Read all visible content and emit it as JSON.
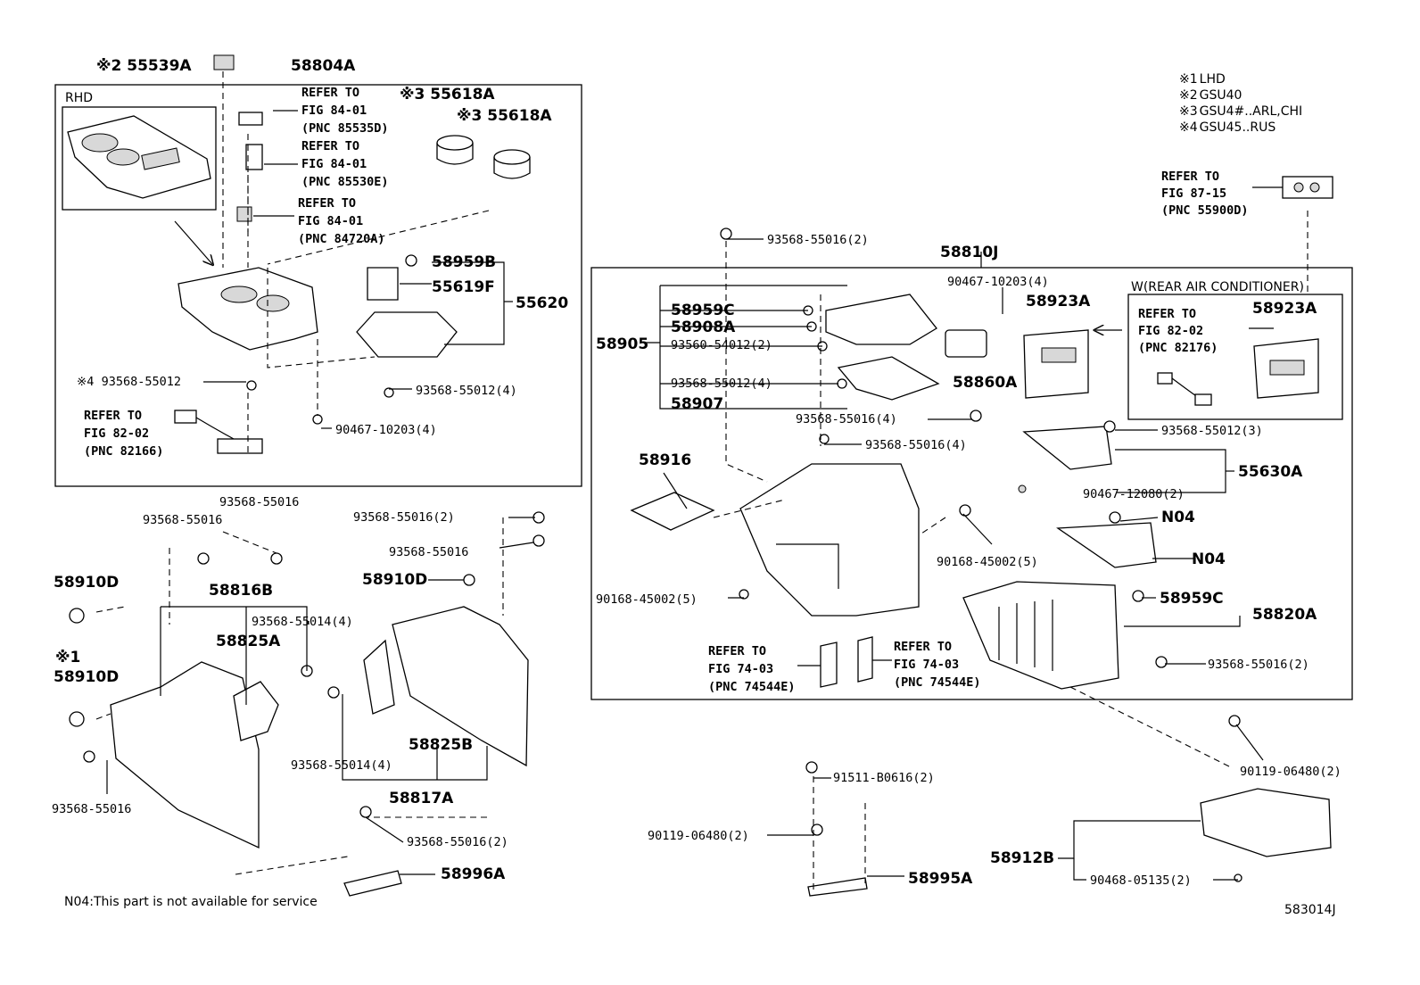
{
  "diagram": {
    "footer_code": "583014J",
    "note": "N04:This part is not available for service",
    "legend": [
      {
        "mark": "※1",
        "text": "LHD"
      },
      {
        "mark": "※2",
        "text": "GSU40"
      },
      {
        "mark": "※3",
        "text": "GSU4#..ARL,CHI"
      },
      {
        "mark": "※4",
        "text": "GSU45..RUS"
      }
    ],
    "box_labels": {
      "rhd": "RHD",
      "rear_air": "W(REAR AIR CONDITIONER)"
    },
    "parts": {
      "p55539A": "※2 55539A",
      "p58804A": "58804A",
      "p55618A_1": "※3 55618A",
      "p55618A_2": "※3 55618A",
      "p58959B": "58959B",
      "p55619F": "55619F",
      "p55620": "55620",
      "p93568_55012_s4": "※4 93568-55012",
      "p93568_55012_4a": "93568-55012(4)",
      "p90467_10203_4a": "90467-10203(4)",
      "p58810J": "58810J",
      "p93568_55016_2a": "93568-55016(2)",
      "p90467_10203_4b": "90467-10203(4)",
      "p58923A_1": "58923A",
      "p58923A_2": "58923A",
      "p58959C_1": "58959C",
      "p58908A": "58908A",
      "p58905": "58905",
      "p93560_54012": "93560-54012(2)",
      "p93568_55012_4b": "93568-55012(4)",
      "p58907": "58907",
      "p58860A": "58860A",
      "p93568_55016_4a": "93568-55016(4)",
      "p93568_55016_4b": "93568-55016(4)",
      "p93568_55012_3": "93568-55012(3)",
      "p58916": "58916",
      "p55630A": "55630A",
      "p90467_12080": "90467-12080(2)",
      "pN04_1": "N04",
      "pN04_2": "N04",
      "p90168_45002_a": "90168-45002(5)",
      "p90168_45002_b": "90168-45002(5)",
      "p58959C_2": "58959C",
      "p58820A": "58820A",
      "p93568_55016_2b": "93568-55016(2)",
      "p93568_55016_a": "93568-55016",
      "p93568_55016_b": "93568-55016",
      "p93568_55016_2c": "93568-55016(2)",
      "p93568_55016_c": "93568-55016",
      "p58910D_1": "58910D",
      "p58816B": "58816B",
      "p58910D_2": "58910D",
      "p93568_55014_4a": "93568-55014(4)",
      "p58825A": "58825A",
      "p58910D_3": "※1\n58910D",
      "p58825B": "58825B",
      "p93568_55014_4b": "93568-55014(4)",
      "p58817A": "58817A",
      "p93568_55016_d": "93568-55016",
      "p93568_55016_2d": "93568-55016(2)",
      "p58996A": "58996A",
      "p91511_B0616": "91511-B0616(2)",
      "p90119_06480_a": "90119-06480(2)",
      "p58995A": "58995A",
      "p90119_06480_b": "90119-06480(2)",
      "p58912B": "58912B",
      "p90468_05135": "90468-05135(2)"
    },
    "refers": {
      "r85535D": [
        "REFER TO",
        "FIG 84-01",
        "(PNC 85535D)"
      ],
      "r85530E": [
        "REFER TO",
        "FIG 84-01",
        "(PNC 85530E)"
      ],
      "r84720A": [
        "REFER TO",
        "FIG 84-01",
        "(PNC 84720A)"
      ],
      "r82166": [
        "REFER TO",
        "FIG 82-02",
        "(PNC 82166)"
      ],
      "r55900D": [
        "REFER TO",
        "FIG 87-15",
        "(PNC 55900D)"
      ],
      "r82176": [
        "REFER TO",
        "FIG 82-02",
        "(PNC 82176)"
      ],
      "r74544E_1": [
        "REFER TO",
        "FIG 74-03",
        "(PNC 74544E)"
      ],
      "r74544E_2": [
        "REFER TO",
        "FIG 74-03",
        "(PNC 74544E)"
      ]
    }
  }
}
